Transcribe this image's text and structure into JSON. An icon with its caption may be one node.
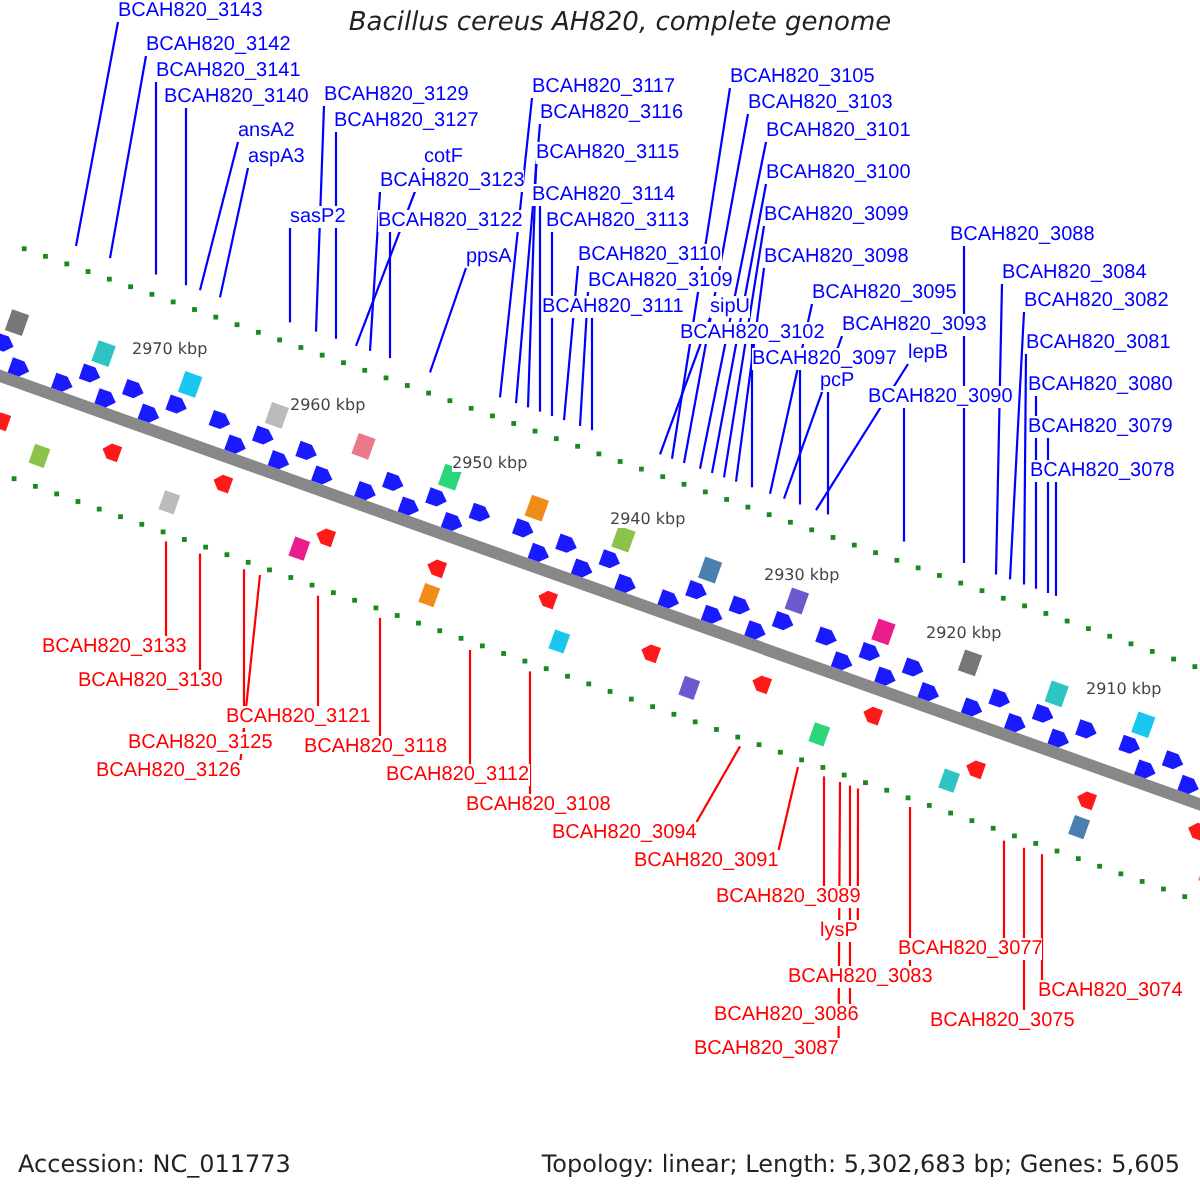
{
  "diagram": {
    "title": "Bacillus cereus AH820, complete genome",
    "nodes": [
      {
        "text": [
          "BCAH820_3143"
        ]
      },
      {
        "text": [
          "BCAH820_3142"
        ]
      },
      {
        "text": [
          "BCAH820_3141"
        ]
      },
      {
        "text": [
          "BCAH820_3140"
        ]
      },
      {
        "text": [
          "ansA2"
        ]
      },
      {
        "text": [
          "aspA3"
        ]
      },
      {
        "text": [
          "sasP2"
        ]
      },
      {
        "text": [
          "BCAH820_3129"
        ]
      },
      {
        "text": [
          "BCAH820_3127"
        ]
      },
      {
        "text": [
          "cotF"
        ]
      },
      {
        "text": [
          "BCAH820_3123"
        ]
      },
      {
        "text": [
          "BCAH820_3122"
        ]
      },
      {
        "text": [
          "ppsA"
        ]
      },
      {
        "text": [
          "BCAH820_3117"
        ]
      },
      {
        "text": [
          "BCAH820_3116"
        ]
      },
      {
        "text": [
          "BCAH820_3115"
        ]
      },
      {
        "text": [
          "BCAH820_3114"
        ]
      },
      {
        "text": [
          "BCAH820_3113"
        ]
      },
      {
        "text": [
          "BCAH820_3110"
        ]
      },
      {
        "text": [
          "BCAH820_3109"
        ]
      },
      {
        "text": [
          "BCAH820_3111"
        ]
      },
      {
        "text": [
          "sipU"
        ]
      },
      {
        "text": [
          "BCAH820_3105"
        ]
      },
      {
        "text": [
          "BCAH820_3103"
        ]
      },
      {
        "text": [
          "BCAH820_3101"
        ]
      },
      {
        "text": [
          "BCAH820_3100"
        ]
      },
      {
        "text": [
          "BCAH820_3099"
        ]
      },
      {
        "text": [
          "BCAH820_3098"
        ]
      },
      {
        "text": [
          "BCAH820_3102"
        ]
      },
      {
        "text": [
          "BCAH820_3095"
        ]
      },
      {
        "text": [
          "BCAH820_3093"
        ]
      },
      {
        "text": [
          "BCAH820_3097"
        ]
      },
      {
        "text": [
          "lepB"
        ]
      },
      {
        "text": [
          "pcP"
        ]
      },
      {
        "text": [
          "BCAH820_3090"
        ]
      },
      {
        "text": [
          "BCAH820_3088"
        ]
      },
      {
        "text": [
          "BCAH820_3084"
        ]
      },
      {
        "text": [
          "BCAH820_3082"
        ]
      },
      {
        "text": [
          "BCAH820_3081"
        ]
      },
      {
        "text": [
          "BCAH820_3080"
        ]
      },
      {
        "text": [
          "BCAH820_3079"
        ]
      },
      {
        "text": [
          "BCAH820_3078"
        ]
      },
      {
        "text": [
          "BCAH820_3133"
        ]
      },
      {
        "text": [
          "BCAH820_3130"
        ]
      },
      {
        "text": [
          "BCAH820_3125"
        ]
      },
      {
        "text": [
          "BCAH820_3126"
        ]
      },
      {
        "text": [
          "BCAH820_3121"
        ]
      },
      {
        "text": [
          "BCAH820_3118"
        ]
      },
      {
        "text": [
          "BCAH820_3112"
        ]
      },
      {
        "text": [
          "BCAH820_3108"
        ]
      },
      {
        "text": [
          "BCAH820_3094"
        ]
      },
      {
        "text": [
          "BCAH820_3091"
        ]
      },
      {
        "text": [
          "BCAH820_3089"
        ]
      },
      {
        "text": [
          "lysP"
        ]
      },
      {
        "text": [
          "BCAH820_3083"
        ]
      },
      {
        "text": [
          "BCAH820_3086"
        ]
      },
      {
        "text": [
          "BCAH820_3087"
        ]
      },
      {
        "text": [
          "BCAH820_3077"
        ]
      },
      {
        "text": [
          "BCAH820_3075"
        ]
      },
      {
        "text": [
          "BCAH820_3074"
        ]
      }
    ],
    "edges": [
      {
        "from": 0,
        "to": null,
        "arrow": "none"
      },
      {
        "from": 1,
        "to": null,
        "arrow": "none"
      },
      {
        "from": 2,
        "to": null,
        "arrow": "none"
      },
      {
        "from": 3,
        "to": null,
        "arrow": "none"
      },
      {
        "from": 4,
        "to": null,
        "arrow": "none"
      },
      {
        "from": 5,
        "to": null,
        "arrow": "none"
      },
      {
        "from": 6,
        "to": null,
        "arrow": "none"
      },
      {
        "from": 7,
        "to": null,
        "arrow": "none"
      },
      {
        "from": 8,
        "to": null,
        "arrow": "none"
      },
      {
        "from": 9,
        "to": null,
        "arrow": "none"
      },
      {
        "from": 10,
        "to": null,
        "arrow": "none"
      },
      {
        "from": 11,
        "to": null,
        "arrow": "none"
      },
      {
        "from": 12,
        "to": null,
        "arrow": "none"
      },
      {
        "from": 13,
        "to": null,
        "arrow": "none"
      },
      {
        "from": 14,
        "to": null,
        "arrow": "none"
      },
      {
        "from": 15,
        "to": null,
        "arrow": "none"
      },
      {
        "from": 16,
        "to": null,
        "arrow": "none"
      },
      {
        "from": 17,
        "to": null,
        "arrow": "none"
      },
      {
        "from": 18,
        "to": null,
        "arrow": "none"
      },
      {
        "from": 19,
        "to": null,
        "arrow": "none"
      },
      {
        "from": 20,
        "to": null,
        "arrow": "none"
      },
      {
        "from": 21,
        "to": null,
        "arrow": "none"
      },
      {
        "from": 22,
        "to": null,
        "arrow": "none"
      },
      {
        "from": 23,
        "to": null,
        "arrow": "none"
      },
      {
        "from": 24,
        "to": null,
        "arrow": "none"
      },
      {
        "from": 25,
        "to": null,
        "arrow": "none"
      },
      {
        "from": 26,
        "to": null,
        "arrow": "none"
      },
      {
        "from": 27,
        "to": null,
        "arrow": "none"
      },
      {
        "from": 28,
        "to": null,
        "arrow": "none"
      },
      {
        "from": 29,
        "to": null,
        "arrow": "none"
      },
      {
        "from": 30,
        "to": null,
        "arrow": "none"
      },
      {
        "from": 31,
        "to": null,
        "arrow": "none"
      },
      {
        "from": 32,
        "to": null,
        "arrow": "none"
      },
      {
        "from": 33,
        "to": null,
        "arrow": "none"
      },
      {
        "from": 34,
        "to": null,
        "arrow": "none"
      },
      {
        "from": 35,
        "to": null,
        "arrow": "none"
      },
      {
        "from": 36,
        "to": null,
        "arrow": "none"
      },
      {
        "from": 37,
        "to": null,
        "arrow": "none"
      },
      {
        "from": 38,
        "to": null,
        "arrow": "none"
      },
      {
        "from": 39,
        "to": null,
        "arrow": "none"
      },
      {
        "from": 40,
        "to": null,
        "arrow": "none"
      },
      {
        "from": 41,
        "to": null,
        "arrow": "none"
      },
      {
        "from": 42,
        "to": null,
        "arrow": "none",
        "color": "#ff0000"
      },
      {
        "from": 43,
        "to": null,
        "arrow": "none",
        "color": "#ff0000"
      },
      {
        "from": 44,
        "to": null,
        "arrow": "none",
        "color": "#ff0000"
      },
      {
        "from": 45,
        "to": null,
        "arrow": "none",
        "color": "#ff0000"
      },
      {
        "from": 46,
        "to": null,
        "arrow": "none",
        "color": "#ff0000"
      },
      {
        "from": 47,
        "to": null,
        "arrow": "none",
        "color": "#ff0000"
      },
      {
        "from": 48,
        "to": null,
        "arrow": "none",
        "color": "#ff0000"
      },
      {
        "from": 49,
        "to": null,
        "arrow": "none",
        "color": "#ff0000"
      },
      {
        "from": 50,
        "to": null,
        "arrow": "none",
        "color": "#ff0000"
      },
      {
        "from": 51,
        "to": null,
        "arrow": "none",
        "color": "#ff0000"
      },
      {
        "from": 52,
        "to": null,
        "arrow": "none",
        "color": "#ff0000"
      },
      {
        "from": 53,
        "to": null,
        "arrow": "none",
        "color": "#ff0000"
      },
      {
        "from": 54,
        "to": null,
        "arrow": "none",
        "color": "#ff0000"
      },
      {
        "from": 55,
        "to": null,
        "arrow": "none",
        "color": "#ff0000"
      },
      {
        "from": 56,
        "to": null,
        "arrow": "none",
        "color": "#ff0000"
      },
      {
        "from": 57,
        "to": null,
        "arrow": "none",
        "color": "#ff0000"
      },
      {
        "from": 58,
        "to": null,
        "arrow": "none",
        "color": "#ff0000"
      },
      {
        "from": 59,
        "to": null,
        "arrow": "none",
        "color": "#ff0000"
      }
    ],
    "labels": [
      "2970 kbp",
      "2960 kbp",
      "2950 kbp",
      "2940 kbp",
      "2930 kbp",
      "2920 kbp",
      "2910 kbp",
      "Accession: NC_011773",
      "Topology: linear; Length: 5,302,683 bp; Genes: 5,605"
    ]
  }
}
